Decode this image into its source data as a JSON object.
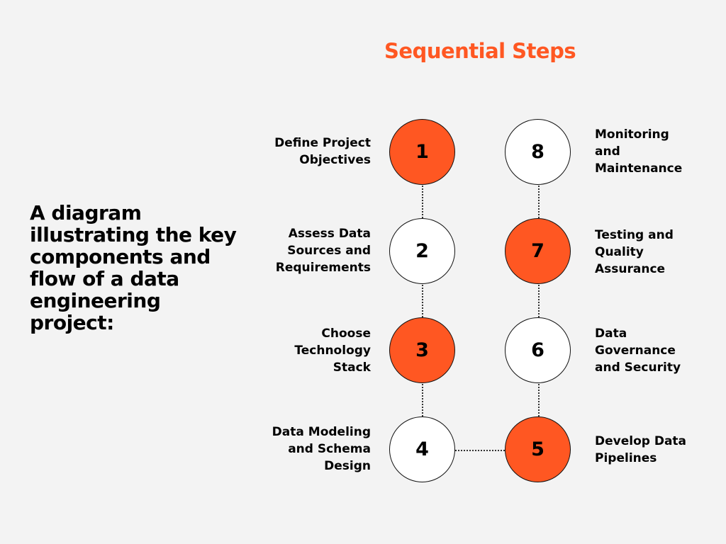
{
  "title": "Sequential Steps",
  "intro": "A diagram illustrating the key components and flow of a data engineering project:",
  "colors": {
    "accent": "#ff5722",
    "background": "#f3f3f3"
  },
  "steps": [
    {
      "num": "1",
      "label": "Define Project Objectives",
      "fill": "orange"
    },
    {
      "num": "2",
      "label": "Assess Data Sources and Requirements",
      "fill": "white"
    },
    {
      "num": "3",
      "label": "Choose Technology Stack",
      "fill": "orange"
    },
    {
      "num": "4",
      "label": "Data Modeling and Schema Design",
      "fill": "white"
    },
    {
      "num": "5",
      "label": "Develop Data Pipelines",
      "fill": "orange"
    },
    {
      "num": "6",
      "label": "Data Governance and Security",
      "fill": "white"
    },
    {
      "num": "7",
      "label": "Testing and Quality Assurance",
      "fill": "orange"
    },
    {
      "num": "8",
      "label": "Monitoring and Maintenance",
      "fill": "white"
    }
  ]
}
